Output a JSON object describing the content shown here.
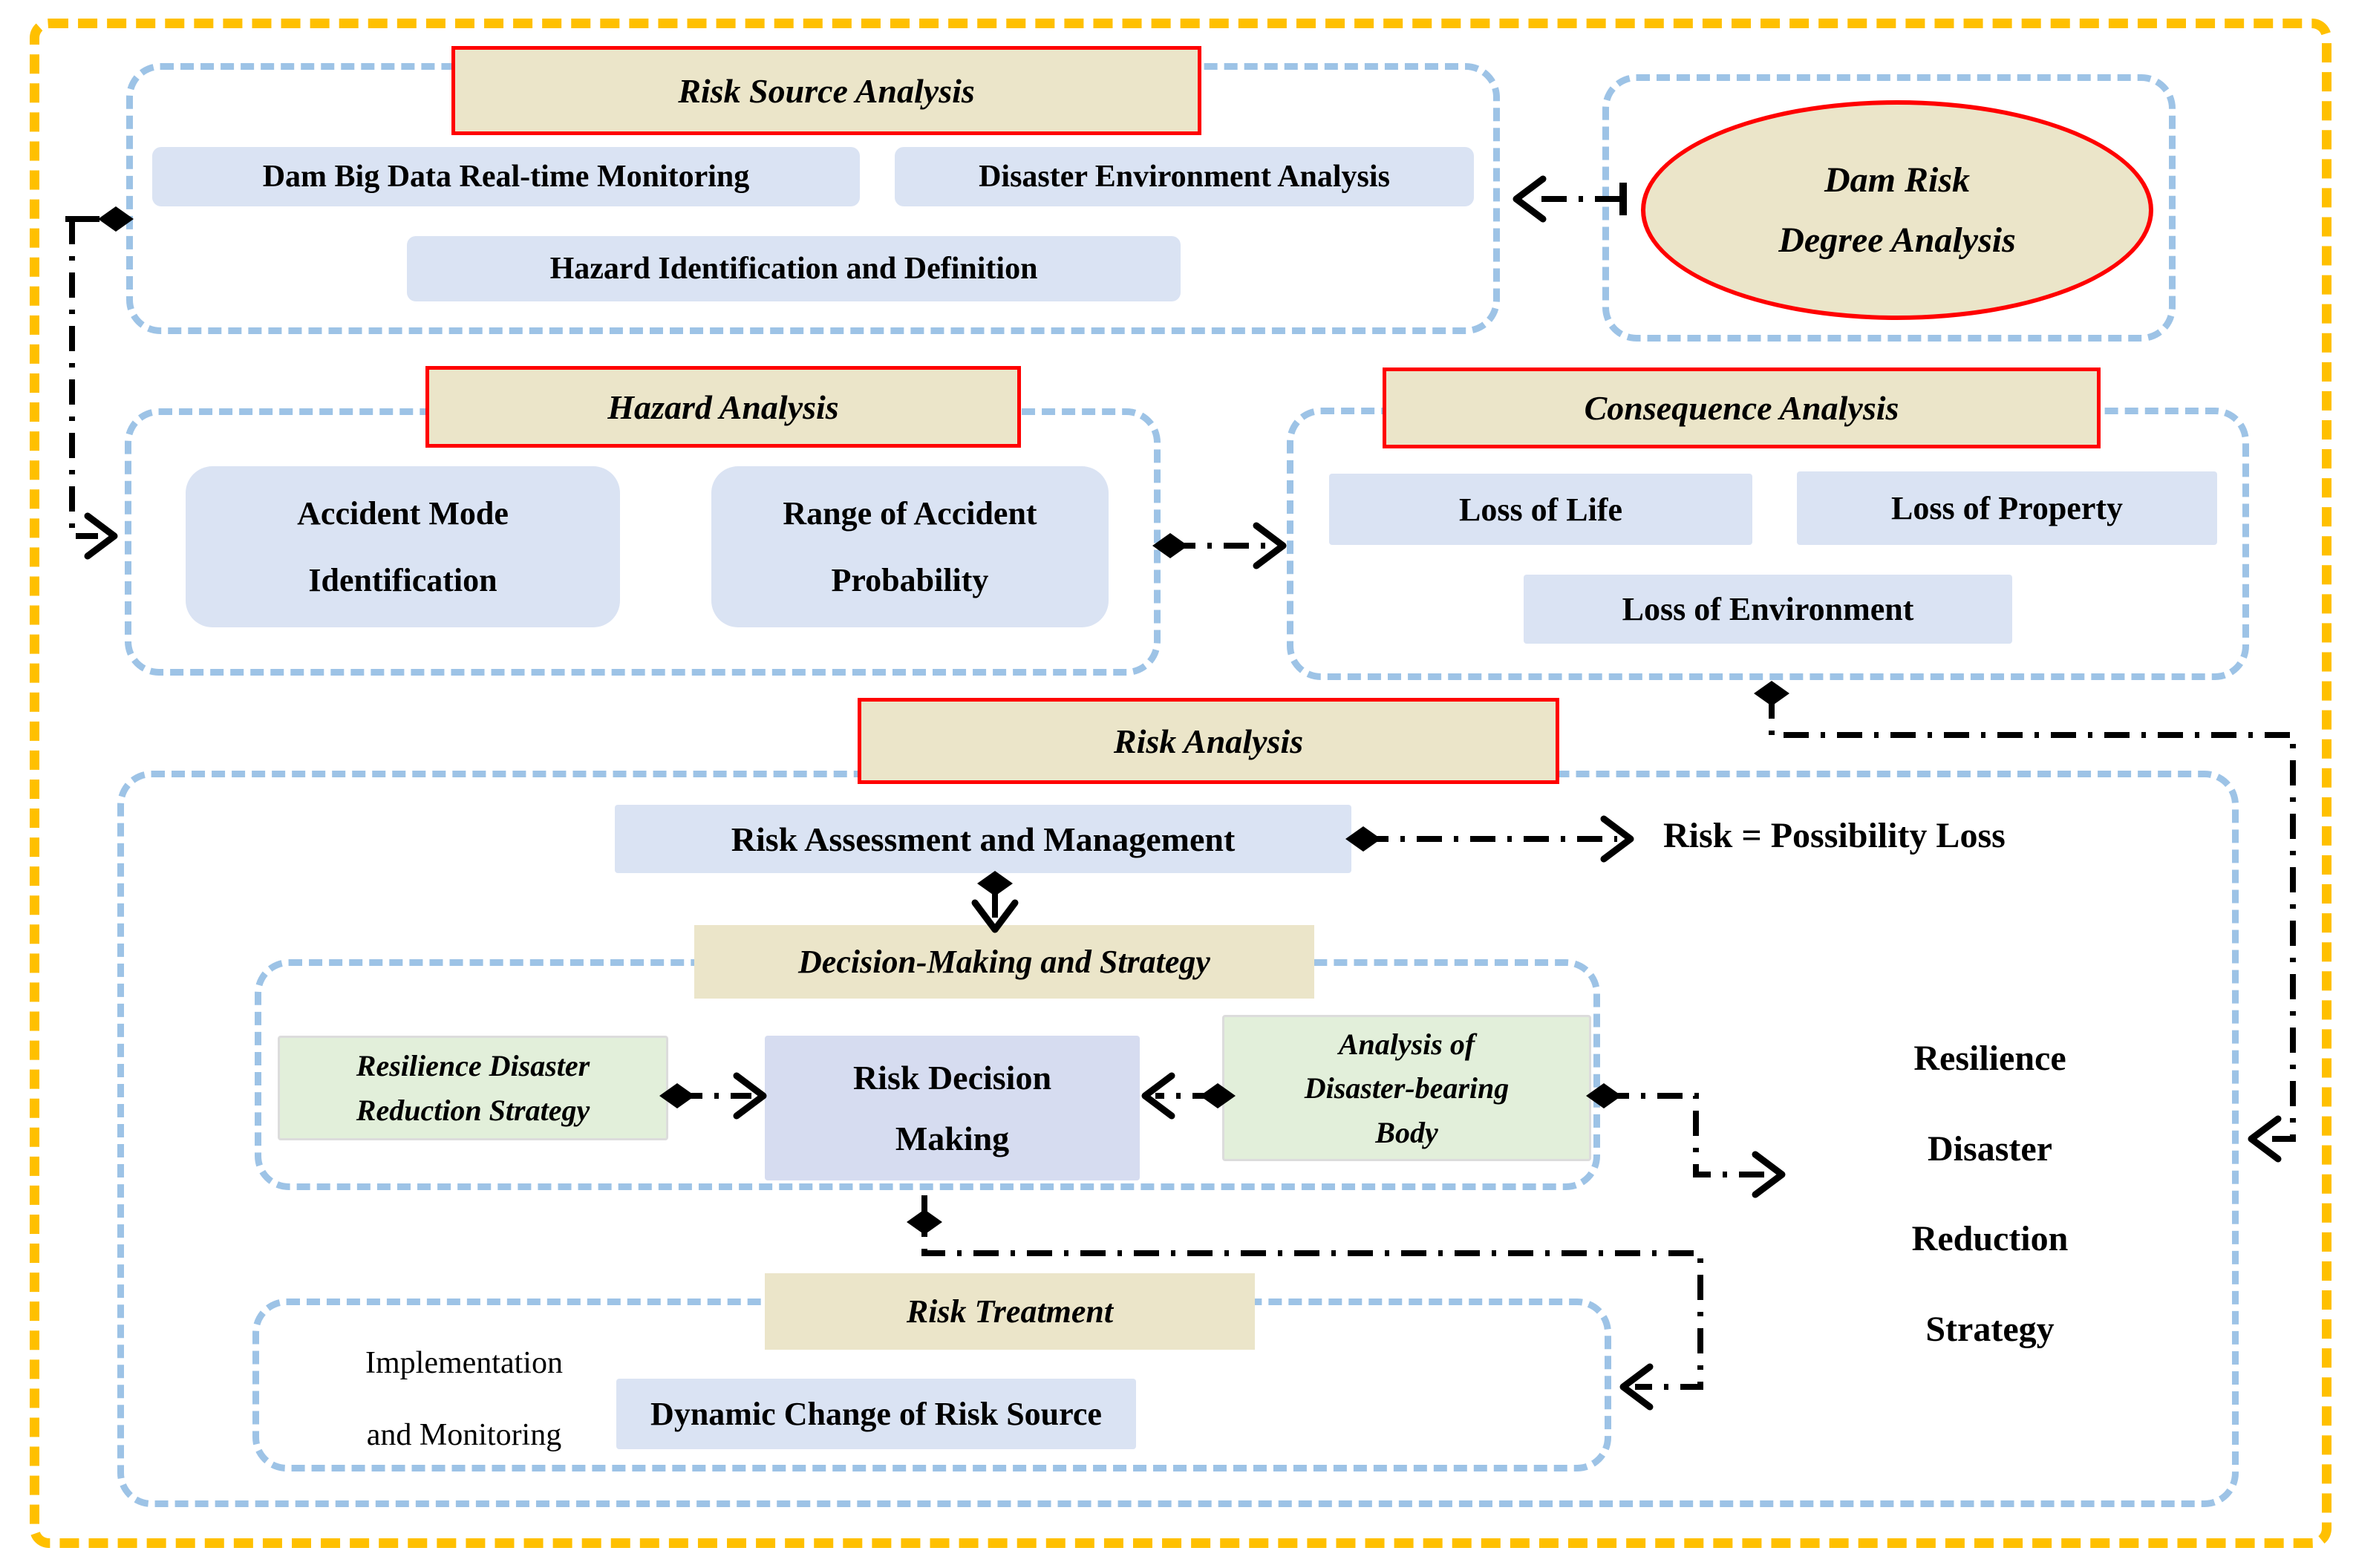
{
  "colors": {
    "outer_border": "#FFC000",
    "container_border": "#9DC3E6",
    "title_fill": "#EBE5C9",
    "title_border": "#FF0000",
    "box_blue": "#DAE3F3",
    "box_blue_deep": "#D6DCF0",
    "box_green": "#E2EFDA",
    "connector": "#000000"
  },
  "risk_source": {
    "title": "Risk Source Analysis",
    "monitoring": "Dam Big Data Real-time Monitoring",
    "environment": "Disaster Environment Analysis",
    "identification": "Hazard Identification and Definition"
  },
  "dam_risk": {
    "line1": "Dam Risk",
    "line2": "Degree Analysis"
  },
  "hazard": {
    "title": "Hazard Analysis",
    "accident_mode": [
      "Accident Mode",
      "Identification"
    ],
    "range_probability": [
      "Range of Accident",
      "Probability"
    ]
  },
  "consequence": {
    "title": "Consequence Analysis",
    "loss_life": "Loss of Life",
    "loss_property": "Loss of Property",
    "loss_environment": "Loss of Environment"
  },
  "risk_analysis": {
    "title": "Risk Analysis",
    "assessment": "Risk Assessment and Management",
    "formula": "Risk = Possibility Loss"
  },
  "decision": {
    "title": "Decision-Making and Strategy",
    "resilience_strategy": [
      "Resilience Disaster",
      "Reduction Strategy"
    ],
    "risk_decision": [
      "Risk Decision",
      "Making"
    ],
    "analysis_body": [
      "Analysis of",
      "Disaster-bearing",
      "Body"
    ]
  },
  "treatment": {
    "title": "Risk Treatment",
    "implementation": [
      "Implementation",
      "and Monitoring"
    ],
    "dynamic_change": "Dynamic Change of Risk Source"
  },
  "outcome": {
    "lines": [
      "Resilience",
      "Disaster",
      "Reduction",
      "Strategy"
    ]
  }
}
